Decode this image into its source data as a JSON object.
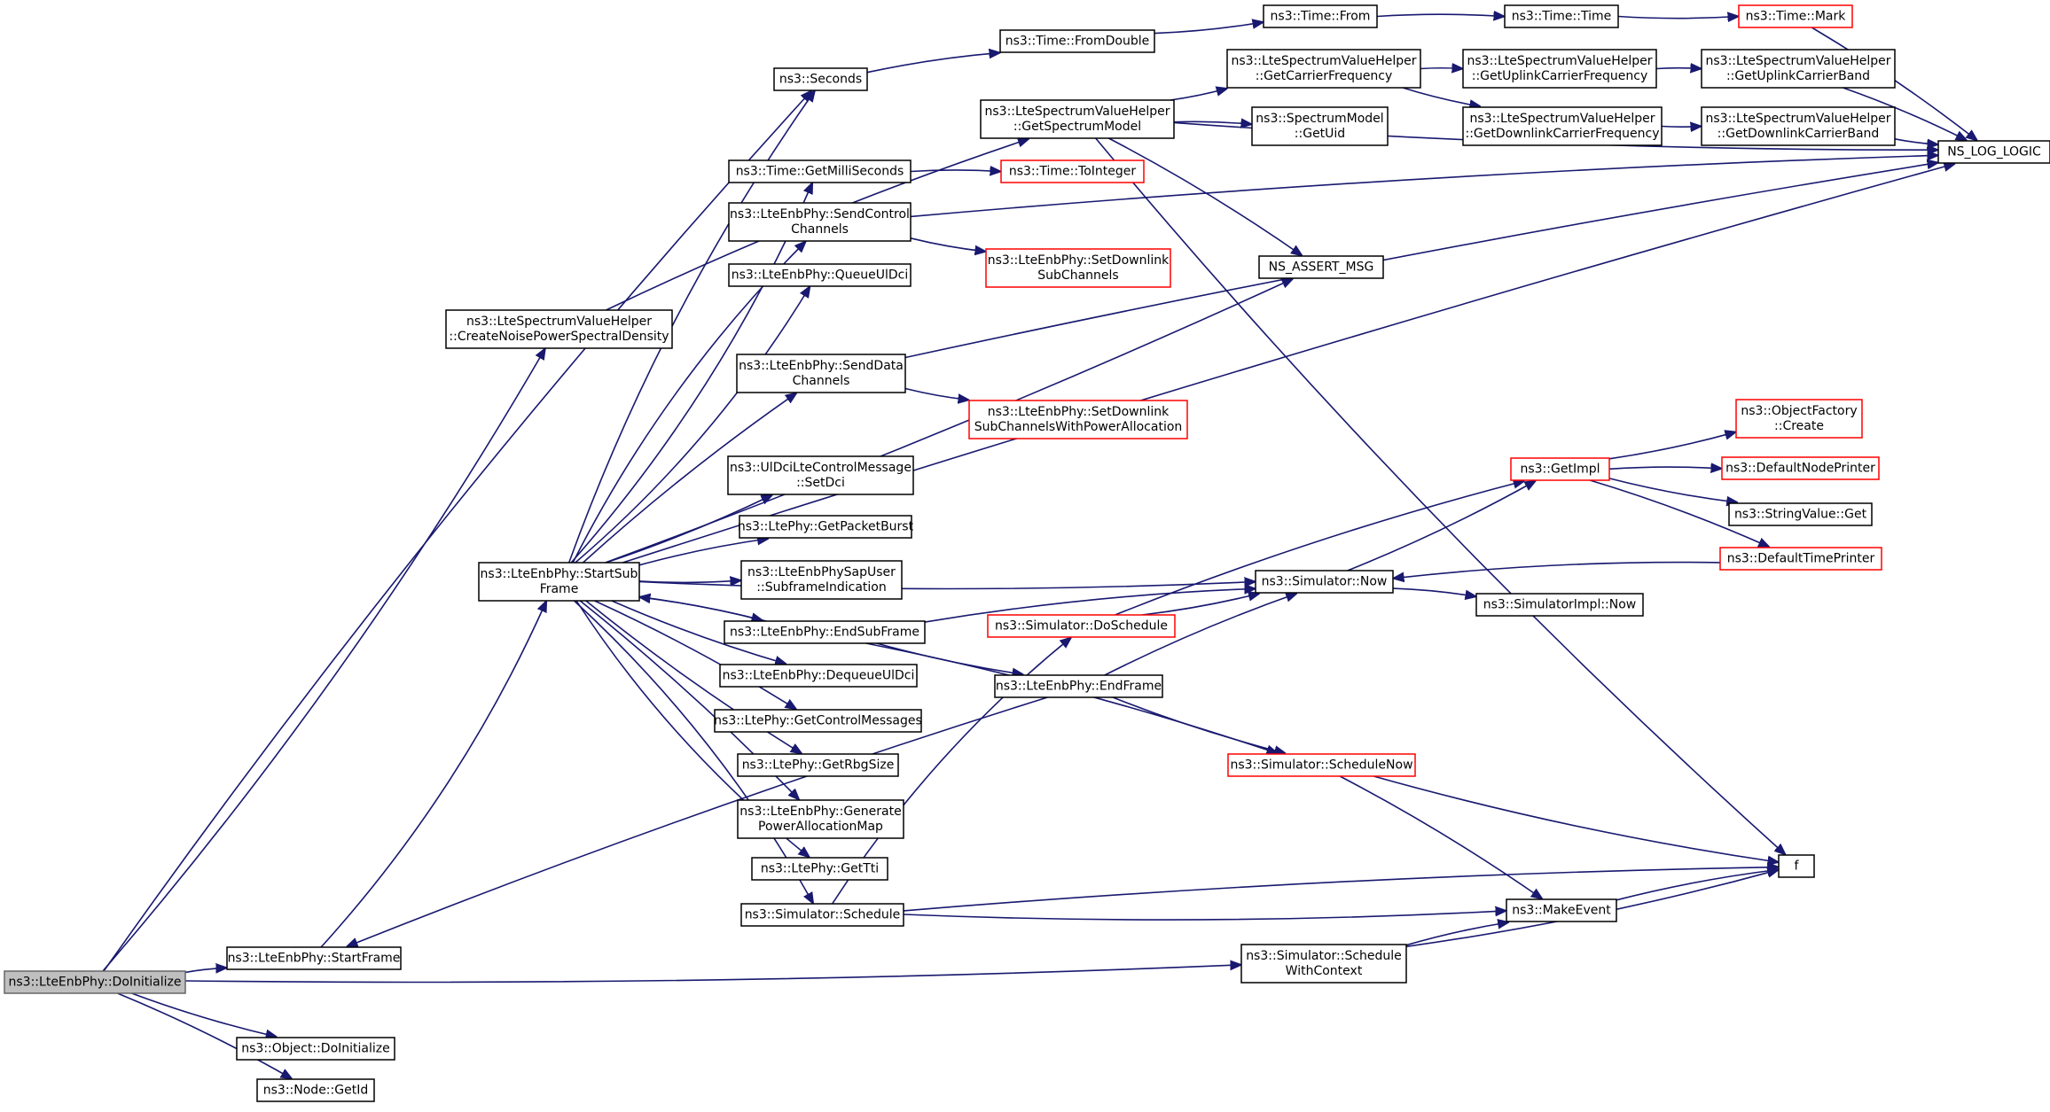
{
  "colors": {
    "edge": "#191970",
    "node_border": "#000000",
    "incomplete_border": "#ff0000",
    "root_fill": "#bfbfbf",
    "background": "#ffffff"
  },
  "nodes": {
    "root": {
      "lines": [
        "ns3::LteEnbPhy::DoInitialize"
      ],
      "style": "root"
    },
    "startframe": {
      "lines": [
        "ns3::LteEnbPhy::StartFrame"
      ]
    },
    "object_doinit": {
      "lines": [
        "ns3::Object::DoInitialize"
      ]
    },
    "node_getid": {
      "lines": [
        "ns3::Node::GetId"
      ]
    },
    "sched_ctx": {
      "lines": [
        "ns3::Simulator::Schedule",
        "WithContext"
      ]
    },
    "createnoise": {
      "lines": [
        "ns3::LteSpectrumValueHelper",
        "::CreateNoisePowerSpectralDensity"
      ]
    },
    "startsub": {
      "lines": [
        "ns3::LteEnbPhy::StartSub",
        "Frame"
      ]
    },
    "seconds": {
      "lines": [
        "ns3::Seconds"
      ]
    },
    "fromdouble": {
      "lines": [
        "ns3::Time::FromDouble"
      ]
    },
    "from": {
      "lines": [
        "ns3::Time::From"
      ]
    },
    "time": {
      "lines": [
        "ns3::Time::Time"
      ]
    },
    "mark": {
      "lines": [
        "ns3::Time::Mark"
      ],
      "style": "red"
    },
    "getspectrum": {
      "lines": [
        "ns3::LteSpectrumValueHelper",
        "::GetSpectrumModel"
      ]
    },
    "getcarrier": {
      "lines": [
        "ns3::LteSpectrumValueHelper",
        "::GetCarrierFrequency"
      ]
    },
    "getuplinkcf": {
      "lines": [
        "ns3::LteSpectrumValueHelper",
        "::GetUplinkCarrierFrequency"
      ]
    },
    "getuplinkcb": {
      "lines": [
        "ns3::LteSpectrumValueHelper",
        "::GetUplinkCarrierBand"
      ]
    },
    "getdownlinkcf": {
      "lines": [
        "ns3::LteSpectrumValueHelper",
        "::GetDownlinkCarrierFrequency"
      ]
    },
    "getdownlinkcb": {
      "lines": [
        "ns3::LteSpectrumValueHelper",
        "::GetDownlinkCarrierBand"
      ]
    },
    "getuid": {
      "lines": [
        "ns3::SpectrumModel",
        "::GetUid"
      ]
    },
    "nslog": {
      "lines": [
        "NS_LOG_LOGIC"
      ]
    },
    "getmilli": {
      "lines": [
        "ns3::Time::GetMilliSeconds"
      ]
    },
    "tointeger": {
      "lines": [
        "ns3::Time::ToInteger"
      ],
      "style": "red"
    },
    "sendcontrol": {
      "lines": [
        "ns3::LteEnbPhy::SendControl",
        "Channels"
      ]
    },
    "setdlsub": {
      "lines": [
        "ns3::LteEnbPhy::SetDownlink",
        "SubChannels"
      ],
      "style": "red"
    },
    "nsassert": {
      "lines": [
        "NS_ASSERT_MSG"
      ]
    },
    "queueul": {
      "lines": [
        "ns3::LteEnbPhy::QueueUlDci"
      ]
    },
    "senddata": {
      "lines": [
        "ns3::LteEnbPhy::SendData",
        "Channels"
      ]
    },
    "setdlsubpa": {
      "lines": [
        "ns3::LteEnbPhy::SetDownlink",
        "SubChannelsWithPowerAllocation"
      ],
      "style": "red"
    },
    "setdci": {
      "lines": [
        "ns3::UlDciLteControlMessage",
        "::SetDci"
      ]
    },
    "getpacketburst": {
      "lines": [
        "ns3::LtePhy::GetPacketBurst"
      ]
    },
    "subframeind": {
      "lines": [
        "ns3::LteEnbPhySapUser",
        "::SubframeIndication"
      ]
    },
    "endsub": {
      "lines": [
        "ns3::LteEnbPhy::EndSubFrame"
      ]
    },
    "dequeueul": {
      "lines": [
        "ns3::LteEnbPhy::DequeueUlDci"
      ]
    },
    "getcontrolmsg": {
      "lines": [
        "ns3::LtePhy::GetControlMessages"
      ]
    },
    "getrbg": {
      "lines": [
        "ns3::LtePhy::GetRbgSize"
      ]
    },
    "genpower": {
      "lines": [
        "ns3::LteEnbPhy::Generate",
        "PowerAllocationMap"
      ]
    },
    "gettti": {
      "lines": [
        "ns3::LtePhy::GetTti"
      ]
    },
    "schedule": {
      "lines": [
        "ns3::Simulator::Schedule"
      ]
    },
    "doschedule": {
      "lines": [
        "ns3::Simulator::DoSchedule"
      ],
      "style": "red"
    },
    "endframe": {
      "lines": [
        "ns3::LteEnbPhy::EndFrame"
      ]
    },
    "simnow": {
      "lines": [
        "ns3::Simulator::Now"
      ]
    },
    "getimpl": {
      "lines": [
        "ns3::GetImpl"
      ],
      "style": "red"
    },
    "objfactory": {
      "lines": [
        "ns3::ObjectFactory",
        "::Create"
      ],
      "style": "red"
    },
    "defnodeprinter": {
      "lines": [
        "ns3::DefaultNodePrinter"
      ],
      "style": "red"
    },
    "stringvalue": {
      "lines": [
        "ns3::StringValue::Get"
      ]
    },
    "deftimeprinter": {
      "lines": [
        "ns3::DefaultTimePrinter"
      ],
      "style": "red"
    },
    "simimplnow": {
      "lines": [
        "ns3::SimulatorImpl::Now"
      ]
    },
    "schednow": {
      "lines": [
        "ns3::Simulator::ScheduleNow"
      ],
      "style": "red"
    },
    "makeevent": {
      "lines": [
        "ns3::MakeEvent"
      ]
    },
    "f": {
      "lines": [
        "f"
      ]
    }
  },
  "edges": [
    [
      "root",
      "seconds"
    ],
    [
      "root",
      "createnoise"
    ],
    [
      "root",
      "startframe"
    ],
    [
      "root",
      "object_doinit"
    ],
    [
      "root",
      "node_getid"
    ],
    [
      "root",
      "sched_ctx"
    ],
    [
      "createnoise",
      "getspectrum"
    ],
    [
      "startframe",
      "startsub"
    ],
    [
      "startsub",
      "seconds"
    ],
    [
      "startsub",
      "getmilli"
    ],
    [
      "startsub",
      "sendcontrol"
    ],
    [
      "startsub",
      "queueul"
    ],
    [
      "startsub",
      "senddata"
    ],
    [
      "startsub",
      "setdci"
    ],
    [
      "startsub",
      "getpacketburst"
    ],
    [
      "startsub",
      "subframeind"
    ],
    [
      "startsub",
      "endsub"
    ],
    [
      "startsub",
      "dequeueul"
    ],
    [
      "startsub",
      "getcontrolmsg"
    ],
    [
      "startsub",
      "getrbg"
    ],
    [
      "startsub",
      "genpower"
    ],
    [
      "startsub",
      "gettti"
    ],
    [
      "startsub",
      "schedule"
    ],
    [
      "startsub",
      "simnow"
    ],
    [
      "startsub",
      "nslog"
    ],
    [
      "startsub",
      "nsassert"
    ],
    [
      "seconds",
      "fromdouble"
    ],
    [
      "fromdouble",
      "from"
    ],
    [
      "from",
      "time"
    ],
    [
      "time",
      "mark"
    ],
    [
      "mark",
      "nslog"
    ],
    [
      "getspectrum",
      "getcarrier"
    ],
    [
      "getspectrum",
      "getuid"
    ],
    [
      "getspectrum",
      "nslog"
    ],
    [
      "getspectrum",
      "nsassert"
    ],
    [
      "getspectrum",
      "f"
    ],
    [
      "getcarrier",
      "getuplinkcf"
    ],
    [
      "getcarrier",
      "getdownlinkcf"
    ],
    [
      "getuplinkcf",
      "getuplinkcb"
    ],
    [
      "getdownlinkcf",
      "getdownlinkcb"
    ],
    [
      "getuplinkcb",
      "nslog"
    ],
    [
      "getdownlinkcb",
      "nslog"
    ],
    [
      "getmilli",
      "tointeger"
    ],
    [
      "sendcontrol",
      "setdlsub"
    ],
    [
      "sendcontrol",
      "nslog"
    ],
    [
      "senddata",
      "setdlsubpa"
    ],
    [
      "senddata",
      "nslog"
    ],
    [
      "endsub",
      "startsub"
    ],
    [
      "endsub",
      "simnow"
    ],
    [
      "endsub",
      "endframe"
    ],
    [
      "endsub",
      "schednow"
    ],
    [
      "endframe",
      "startframe"
    ],
    [
      "endframe",
      "simnow"
    ],
    [
      "endframe",
      "schednow"
    ],
    [
      "schedule",
      "doschedule"
    ],
    [
      "schedule",
      "makeevent"
    ],
    [
      "schedule",
      "f"
    ],
    [
      "doschedule",
      "simnow"
    ],
    [
      "doschedule",
      "getimpl"
    ],
    [
      "simnow",
      "getimpl"
    ],
    [
      "simnow",
      "simimplnow"
    ],
    [
      "getimpl",
      "objfactory"
    ],
    [
      "getimpl",
      "defnodeprinter"
    ],
    [
      "getimpl",
      "stringvalue"
    ],
    [
      "getimpl",
      "deftimeprinter"
    ],
    [
      "deftimeprinter",
      "simnow"
    ],
    [
      "schednow",
      "makeevent"
    ],
    [
      "schednow",
      "f"
    ],
    [
      "sched_ctx",
      "makeevent"
    ],
    [
      "sched_ctx",
      "f"
    ],
    [
      "makeevent",
      "f"
    ]
  ]
}
